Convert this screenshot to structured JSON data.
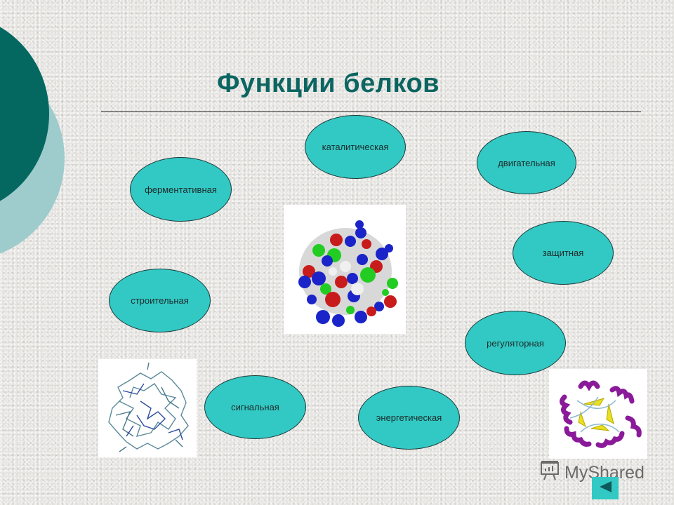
{
  "slide": {
    "title": "Функции белков",
    "colors": {
      "accent_dark": "#046760",
      "accent_light": "#9ecbcb",
      "oval_fill": "#32c9c4",
      "title_color": "#0c6560"
    },
    "functions": [
      {
        "id": "catalytic",
        "label": "каталитическая"
      },
      {
        "id": "motor",
        "label": "двигательная"
      },
      {
        "id": "enzymatic",
        "label": "ферментативная"
      },
      {
        "id": "protective",
        "label": "защитная"
      },
      {
        "id": "structural",
        "label": "строительная"
      },
      {
        "id": "regulatory",
        "label": "регуляторная"
      },
      {
        "id": "signaling",
        "label": "сигнальная"
      },
      {
        "id": "energetic",
        "label": "энергетическая"
      }
    ],
    "images": [
      {
        "id": "protein-surface-model",
        "icon": "protein-surface-model-image"
      },
      {
        "id": "protein-stick-model",
        "icon": "protein-stick-model-image"
      },
      {
        "id": "protein-ribbon-model",
        "icon": "protein-ribbon-model-image"
      }
    ]
  },
  "watermark": {
    "text": "MyShared",
    "icon": "presentation-board-icon"
  },
  "navigation": {
    "back_icon": "triangle-left-icon"
  }
}
